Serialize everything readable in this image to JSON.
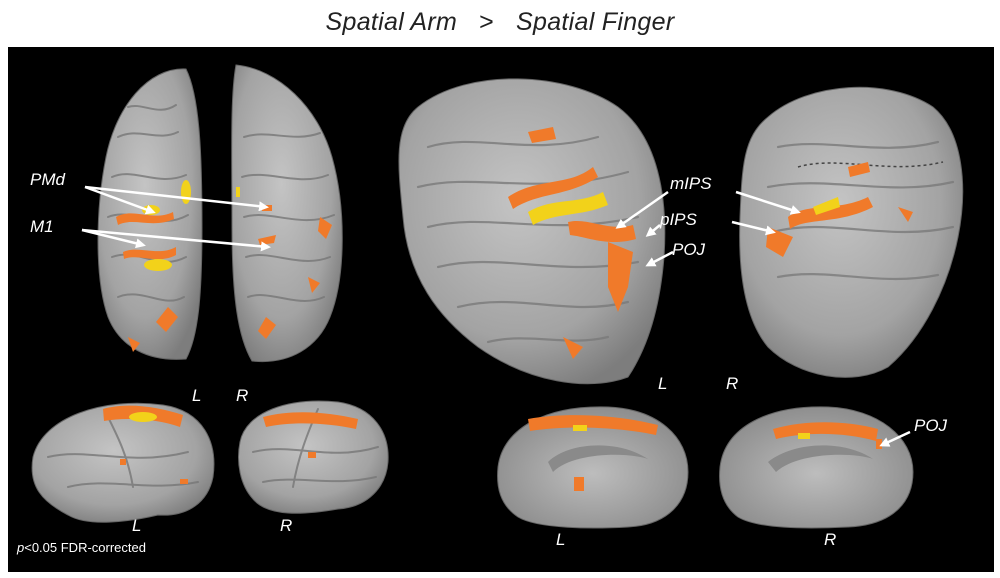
{
  "title": {
    "left": "Spatial Arm",
    "operator": ">",
    "right": "Spatial Finger"
  },
  "labels": {
    "pmd": "PMd",
    "m1": "M1",
    "mips": "mIPS",
    "pips": "pIPS",
    "poj_lateral": "POJ",
    "poj_medial": "POJ",
    "top_view_left": "L",
    "top_view_right": "R",
    "posterior_left": "L",
    "posterior_right": "R",
    "lateral_left": "L",
    "lateral_right": "R",
    "medial_left": "L",
    "medial_right": "R"
  },
  "threshold_note": {
    "p": "p",
    "rest": "<0.05 FDR-corrected"
  },
  "colors": {
    "background": "#000000",
    "cortex": "#a9a9a9",
    "activation_orange": "#f07a2a",
    "activation_yellow": "#f2d21a",
    "annotation": "#ffffff"
  }
}
